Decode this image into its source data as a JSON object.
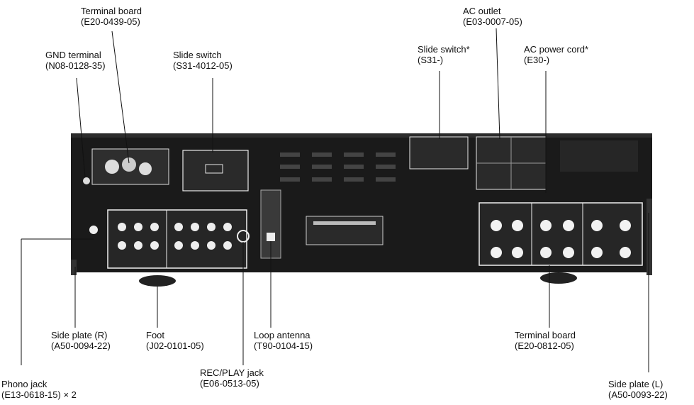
{
  "callouts": {
    "terminal_board_top": {
      "name": "Terminal board",
      "part": "(E20-0439-05)"
    },
    "gnd_terminal": {
      "name": "GND terminal",
      "part": "(N08-0128-35)"
    },
    "slide_switch_left": {
      "name": "Slide switch",
      "part": "(S31-4012-05)"
    },
    "ac_outlet": {
      "name": "AC outlet",
      "part": "(E03-0007-05)"
    },
    "slide_switch_right": {
      "name": "Slide switch*",
      "part": "(S31-)"
    },
    "ac_power_cord": {
      "name": "AC power cord*",
      "part": "(E30-)"
    },
    "side_plate_r": {
      "name": "Side plate (R)",
      "part": "(A50-0094-22)"
    },
    "foot": {
      "name": "Foot",
      "part": "(J02-0101-05)"
    },
    "loop_antenna": {
      "name": "Loop antenna",
      "part": "(T90-0104-15)"
    },
    "rec_play_jack": {
      "name": "REC/PLAY jack",
      "part": "(E06-0513-05)"
    },
    "phono_jack": {
      "name": "Phono jack",
      "part": "(E13-0618-15) × 2"
    },
    "terminal_board_bottom": {
      "name": "Terminal board",
      "part": "(E20-0812-05)"
    },
    "side_plate_l": {
      "name": "Side plate (L)",
      "part": "(A50-0093-22)"
    }
  },
  "colors": {
    "ink": "#111111",
    "panel": "#1a1a1a",
    "panel_light": "#3a3a3a",
    "paper": "#ffffff"
  }
}
